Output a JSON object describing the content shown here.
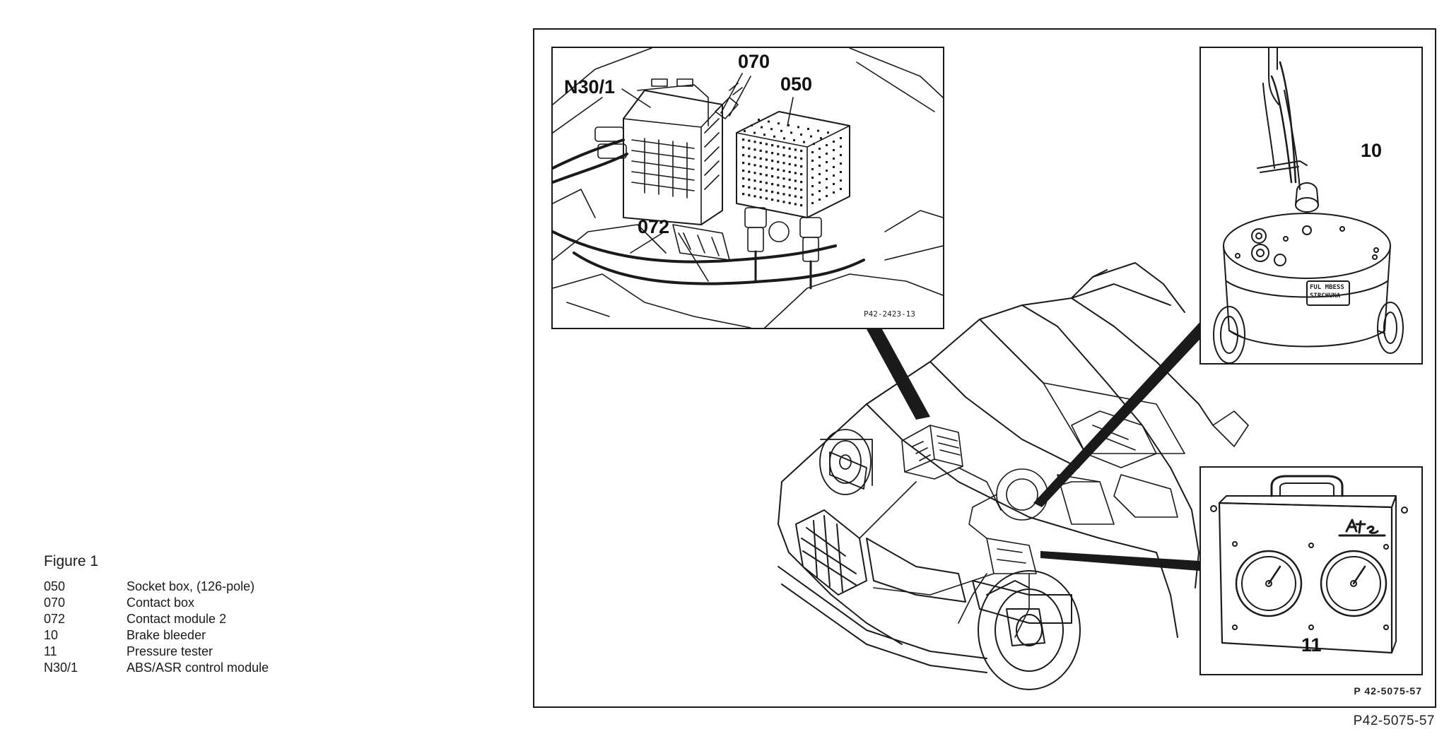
{
  "legend": {
    "title": "Figure 1",
    "items": [
      {
        "code": "050",
        "desc": "Socket box, (126-pole)"
      },
      {
        "code": "070",
        "desc": "Contact box"
      },
      {
        "code": "072",
        "desc": "Contact module 2"
      },
      {
        "code": "10",
        "desc": "Brake bleeder"
      },
      {
        "code": "11",
        "desc": "Pressure tester"
      },
      {
        "code": "N30/1",
        "desc": "ABS/ASR control module"
      }
    ]
  },
  "figure": {
    "callouts": {
      "n30_1": "N30/1",
      "c070": "070",
      "c050": "050",
      "c072": "072",
      "c10": "10",
      "c11": "11"
    },
    "inset_code": "P42-2423-13",
    "frame_code": "P 42-5075-57",
    "ref_code": "P42-5075-57",
    "tank_label_line1": "FUL MBESS",
    "tank_label_line2": "SIRCHUNA"
  }
}
